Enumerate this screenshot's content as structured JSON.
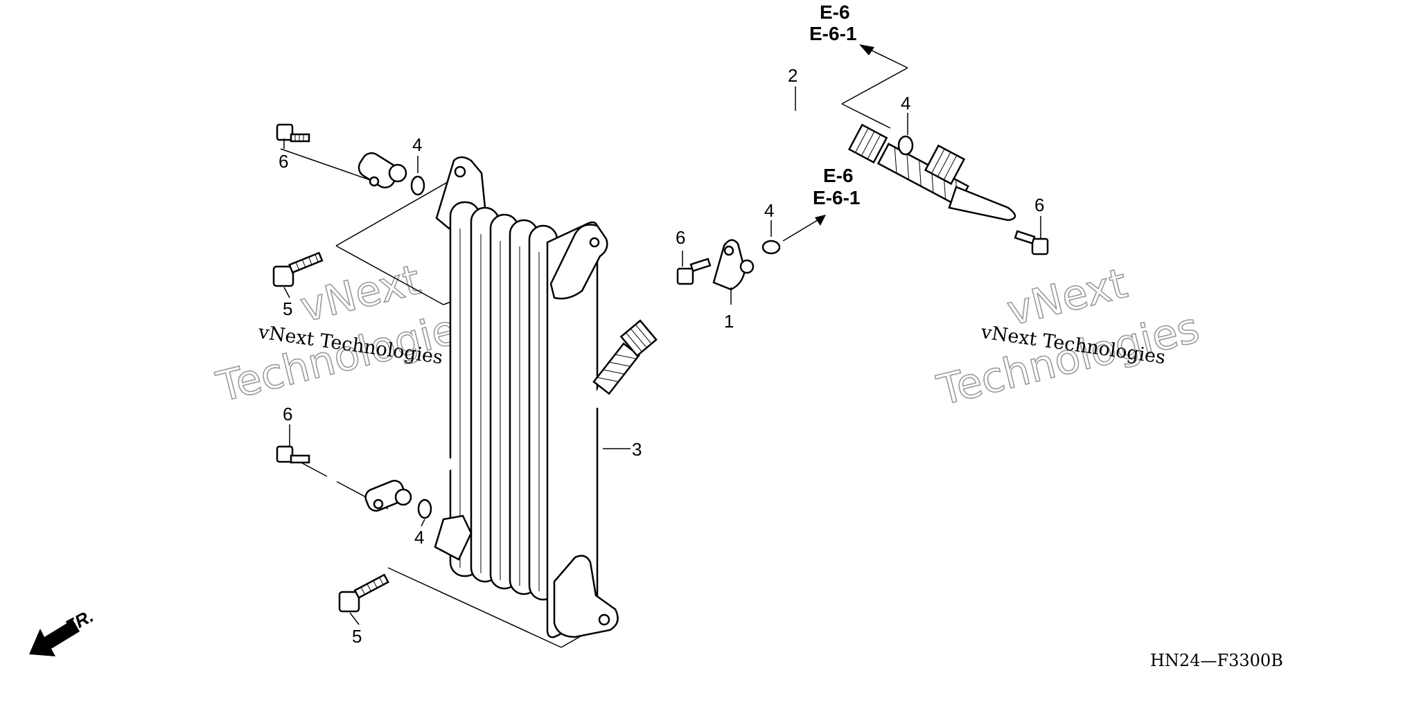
{
  "callouts": {
    "p1": "1",
    "p2": "2",
    "p3": "3",
    "p4a": "4",
    "p4b": "4",
    "p4c": "4",
    "p4d": "4",
    "p5a": "5",
    "p5b": "5",
    "p6a": "6",
    "p6b": "6",
    "p6c": "6",
    "p6d": "6"
  },
  "references": {
    "top_line1": "E-6",
    "top_line2": "E-6-1",
    "mid_line1": "E-6",
    "mid_line2": "E-6-1"
  },
  "watermark": {
    "small_text": "vNext Technologies",
    "big_line1": "vNext",
    "big_line2": "Technologies"
  },
  "direction_label": "FR.",
  "diagram_code": "HN24—F3300B"
}
